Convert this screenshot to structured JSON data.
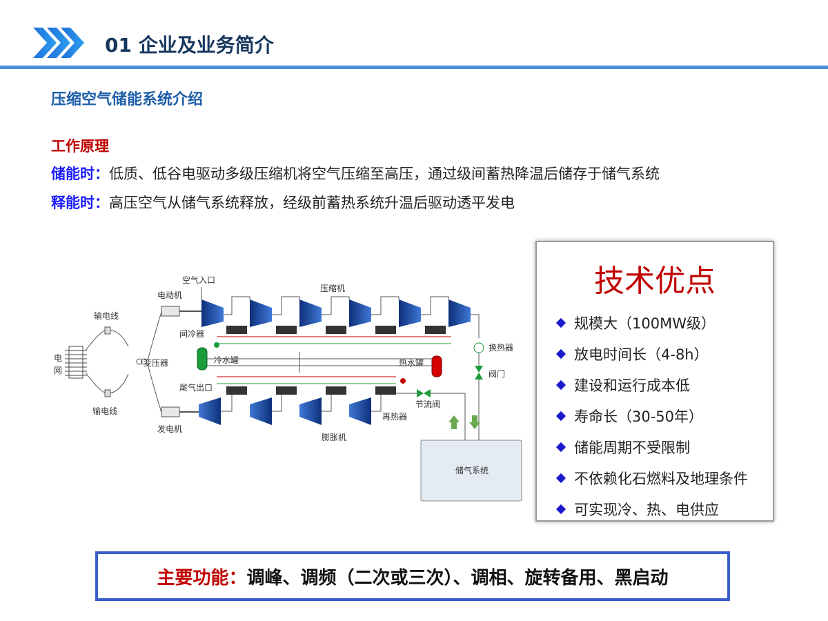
{
  "header": {
    "title": "01 企业及业务简介"
  },
  "section": {
    "title": "压缩空气储能系统介绍"
  },
  "principle": {
    "title": "工作原理",
    "lines": [
      {
        "label": "储能时：",
        "text": "低质、低谷电驱动多级压缩机将空气压缩至高压，通过级间蓄热降温后储存于储气系统"
      },
      {
        "label": "释能时：",
        "text": "高压空气从储气系统释放，经级前蓄热系统升温后驱动透平发电"
      }
    ]
  },
  "diagram": {
    "labels": {
      "grid": "电网",
      "line_top": "输电线",
      "line_bottom": "输电线",
      "transformer": "变压器",
      "motor": "电动机",
      "generator": "发电机",
      "air_inlet": "空气入口",
      "compressor": "压缩机",
      "intercooler": "间冷器",
      "cold_tank": "冷水罐",
      "hot_tank": "热水罐",
      "exhaust": "尾气出口",
      "expander": "膨胀机",
      "reheater": "再热器",
      "throttle": "节流阀",
      "heat_exchanger": "换热器",
      "valve": "阀门",
      "storage": "储气系统"
    }
  },
  "advantages": {
    "title": "技术优点",
    "items": [
      "规模大（100MW级）",
      "放电时间长（4-8h）",
      "建设和运行成本低",
      "寿命长（30-50年）",
      "储能周期不受限制",
      "不依赖化石燃料及地理条件",
      "可实现冷、热、电供应"
    ]
  },
  "function": {
    "label": "主要功能：",
    "text": "调峰、调频（二次或三次）、调相、旋转备用、黑启动"
  },
  "colors": {
    "accent": "#4a90d9",
    "title": "#17375e",
    "red": "#c00000",
    "blue_label": "#1a1aff",
    "box_border": "#3a5fcd"
  },
  "icons": {
    "header": "triple-chevron-icon",
    "bullet": "diamond-bullet-icon"
  }
}
